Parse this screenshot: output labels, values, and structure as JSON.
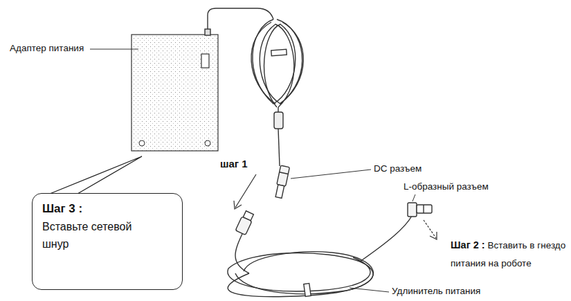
{
  "diagram": {
    "nodes": [
      {
        "text": [
          "Шаг 3 :",
          "Вставьте сетевой шнур"
        ]
      }
    ],
    "labels": [
      "Адаптер питания",
      "шаг 1",
      "DC разъем",
      "L-образный разъем",
      "Шаг 2 :",
      "Вставить в гнездо питания на роботе",
      "Удлинитель питания"
    ]
  }
}
